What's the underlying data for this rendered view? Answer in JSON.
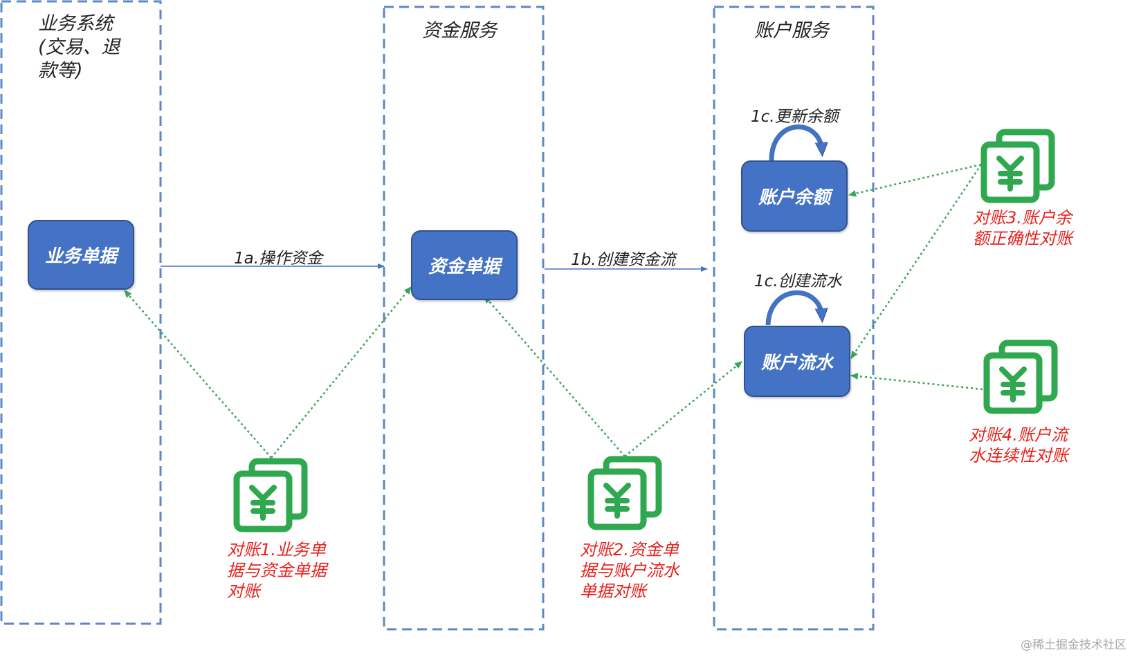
{
  "lanes": [
    {
      "title": "业务系统\n(交易、退\n款等)"
    },
    {
      "title": "资金服务"
    },
    {
      "title": "账户服务"
    }
  ],
  "boxes": {
    "business_doc": "业务单据",
    "fund_doc": "资金单据",
    "account_balance": "账户余额",
    "account_flow": "账户流水"
  },
  "steps": {
    "step_1a": "1a.操作资金",
    "step_1b": "1b.创建资金流",
    "step_1c_balance": "1c.更新余额",
    "step_1c_flow": "1c.创建流水"
  },
  "reconciliations": {
    "recon_1": "对账1.业务单\n据与资金单据\n对账",
    "recon_2": "对账2.资金单\n据与账户流水\n单据对账",
    "recon_3": "对账3.账户余\n额正确性对账",
    "recon_4": "对账4.账户流\n水连续性对账"
  },
  "icons": {
    "recon_icon_name": "yuan-document-icon"
  },
  "colors": {
    "box_fill": "#4472c4",
    "lane_border": "#5b8ac2",
    "solid_arrow": "#4472c4",
    "dotted_arrow": "#3aa55a",
    "icon_green": "#2fa84f",
    "recon_text": "#e8211c"
  },
  "watermark": "@稀土掘金技术社区"
}
